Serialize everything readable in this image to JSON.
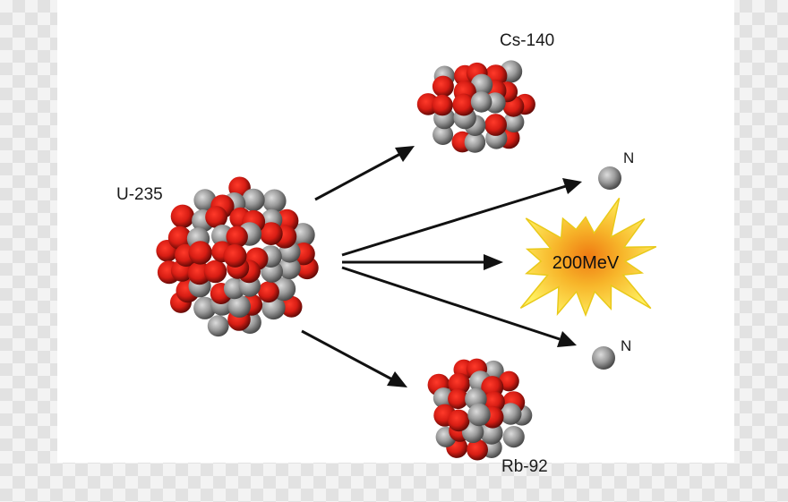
{
  "labels": {
    "uranium": "U-235",
    "cesium": "Cs-140",
    "rubidium": "Rb-92",
    "neutron_top": "N",
    "neutron_bottom": "N",
    "energy": "200MeV"
  },
  "colors": {
    "proton": "#e2231a",
    "neutron": "#8c8c8c",
    "arrow": "#111111",
    "burst_outer": "#ffe25a",
    "burst_inner": "#f08a18"
  }
}
